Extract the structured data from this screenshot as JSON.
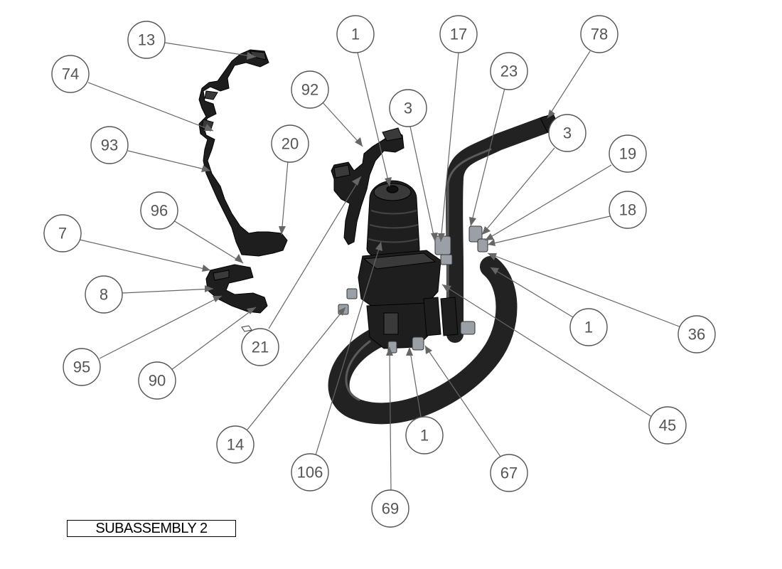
{
  "drawing": {
    "title": "SUBASSEMBLY 2",
    "balloons": [
      {
        "id": "b13a",
        "label": "13"
      },
      {
        "id": "b74",
        "label": "74"
      },
      {
        "id": "b93",
        "label": "93"
      },
      {
        "id": "b20",
        "label": "20"
      },
      {
        "id": "b96",
        "label": "96"
      },
      {
        "id": "b7",
        "label": "7"
      },
      {
        "id": "b8",
        "label": "8"
      },
      {
        "id": "b95",
        "label": "95"
      },
      {
        "id": "b90",
        "label": "90"
      },
      {
        "id": "b21",
        "label": "21"
      },
      {
        "id": "b1a",
        "label": "1"
      },
      {
        "id": "b92",
        "label": "92"
      },
      {
        "id": "b3a",
        "label": "3"
      },
      {
        "id": "b17",
        "label": "17"
      },
      {
        "id": "b23",
        "label": "23"
      },
      {
        "id": "b78",
        "label": "78"
      },
      {
        "id": "b3b",
        "label": "3"
      },
      {
        "id": "b19",
        "label": "19"
      },
      {
        "id": "b18",
        "label": "18"
      },
      {
        "id": "b1b",
        "label": "1"
      },
      {
        "id": "b36",
        "label": "36"
      },
      {
        "id": "b45",
        "label": "45"
      },
      {
        "id": "b67",
        "label": "67"
      },
      {
        "id": "b1c",
        "label": "1"
      },
      {
        "id": "b69",
        "label": "69"
      },
      {
        "id": "b106",
        "label": "106"
      },
      {
        "id": "b14",
        "label": "14"
      }
    ]
  }
}
